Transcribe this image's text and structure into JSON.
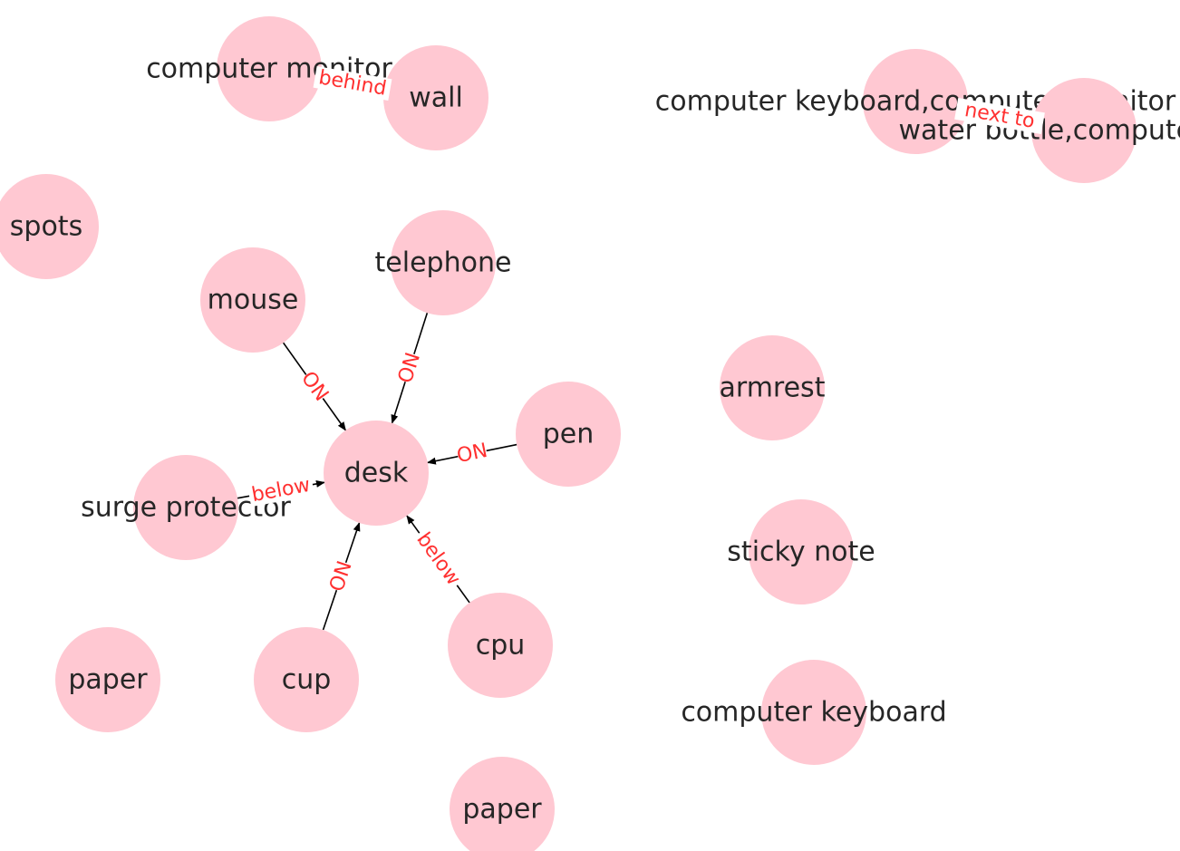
{
  "nodes": [
    {
      "id": "monitor",
      "label": "computer monitor"
    },
    {
      "id": "wall",
      "label": "wall"
    },
    {
      "id": "kbd_mon",
      "label": "computer keyboard,computer monitor"
    },
    {
      "id": "bottle_comp",
      "label": "water bottle,computer"
    },
    {
      "id": "spots",
      "label": "spots"
    },
    {
      "id": "telephone",
      "label": "telephone"
    },
    {
      "id": "mouse",
      "label": "mouse"
    },
    {
      "id": "armrest",
      "label": "armrest"
    },
    {
      "id": "pen",
      "label": "pen"
    },
    {
      "id": "desk",
      "label": "desk"
    },
    {
      "id": "surge",
      "label": "surge protector"
    },
    {
      "id": "sticky",
      "label": "sticky note"
    },
    {
      "id": "cpu",
      "label": "cpu"
    },
    {
      "id": "paper1",
      "label": "paper"
    },
    {
      "id": "cup",
      "label": "cup"
    },
    {
      "id": "keyboard",
      "label": "computer keyboard"
    },
    {
      "id": "paper2",
      "label": "paper"
    }
  ],
  "edges": [
    {
      "source": "monitor",
      "target": "wall",
      "label": "behind",
      "arrow": false
    },
    {
      "source": "kbd_mon",
      "target": "bottle_comp",
      "label": "next to",
      "arrow": false
    },
    {
      "source": "mouse",
      "target": "desk",
      "label": "ON",
      "arrow": true
    },
    {
      "source": "telephone",
      "target": "desk",
      "label": "ON",
      "arrow": true
    },
    {
      "source": "pen",
      "target": "desk",
      "label": "ON",
      "arrow": true
    },
    {
      "source": "surge",
      "target": "desk",
      "label": "below",
      "arrow": true
    },
    {
      "source": "cup",
      "target": "desk",
      "label": "ON",
      "arrow": true
    },
    {
      "source": "cpu",
      "target": "desk",
      "label": "below",
      "arrow": true
    }
  ],
  "colors": {
    "node_fill": "#ffc8d2",
    "node_text": "#262626",
    "edge_line": "#000000",
    "edge_label": "#ff3030"
  }
}
